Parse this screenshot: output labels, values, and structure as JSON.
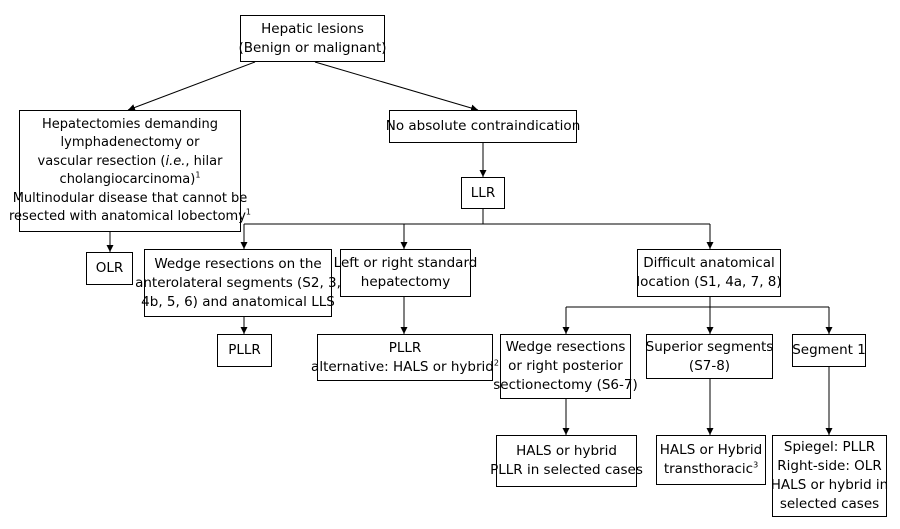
{
  "nodes": {
    "root": {
      "line1": "Hepatic lesions",
      "line2": "(Benign or malignant)"
    },
    "left_indications": {
      "l1": "Hepatectomies demanding",
      "l2": "lymphadenectomy or",
      "l3a": "vascular resection (",
      "l3b": "i.e.",
      "l3c": ", hilar",
      "l4": "cholangiocarcinoma)",
      "l4_sup": "1",
      "l5": "Multinodular disease that cannot be",
      "l6": "resected with anatomical lobectomy",
      "l6_sup": "1"
    },
    "no_contra": {
      "text": "No absolute contraindication"
    },
    "llr": {
      "text": "LLR"
    },
    "olr": {
      "text": "OLR"
    },
    "wedge_anterolateral": {
      "l1": "Wedge resections on the",
      "l2": "anterolateral segments (S2, 3,",
      "l3": "4b, 5, 6) and anatomical LLS"
    },
    "standard_hepatectomy": {
      "l1": "Left or right standard",
      "l2": "hepatectomy"
    },
    "difficult_location": {
      "l1": "Difficult anatomical",
      "l2": "location (S1, 4a, 7, 8)"
    },
    "pllr_1": {
      "text": "PLLR"
    },
    "pllr_alt": {
      "l1": "PLLR",
      "l2": "alternative: HALS or hybrid",
      "l2_sup": "2"
    },
    "wedge_posterior": {
      "l1": "Wedge resections",
      "l2": "or right posterior",
      "l3": "sectionectomy (S6-7)"
    },
    "superior_segments": {
      "l1": "Superior segments",
      "l2": "(S7-8)"
    },
    "segment1": {
      "text": "Segment 1"
    },
    "hals_pllr": {
      "l1": "HALS or hybrid",
      "l2": "PLLR in selected cases"
    },
    "hals_transthoracic": {
      "l1": "HALS or Hybrid",
      "l2": "transthoracic",
      "l2_sup": "3"
    },
    "spiegel": {
      "l1": "Spiegel: PLLR",
      "l2": "Right-side: OLR",
      "l3": "HALS or hybrid in",
      "l4": "selected cases"
    }
  }
}
